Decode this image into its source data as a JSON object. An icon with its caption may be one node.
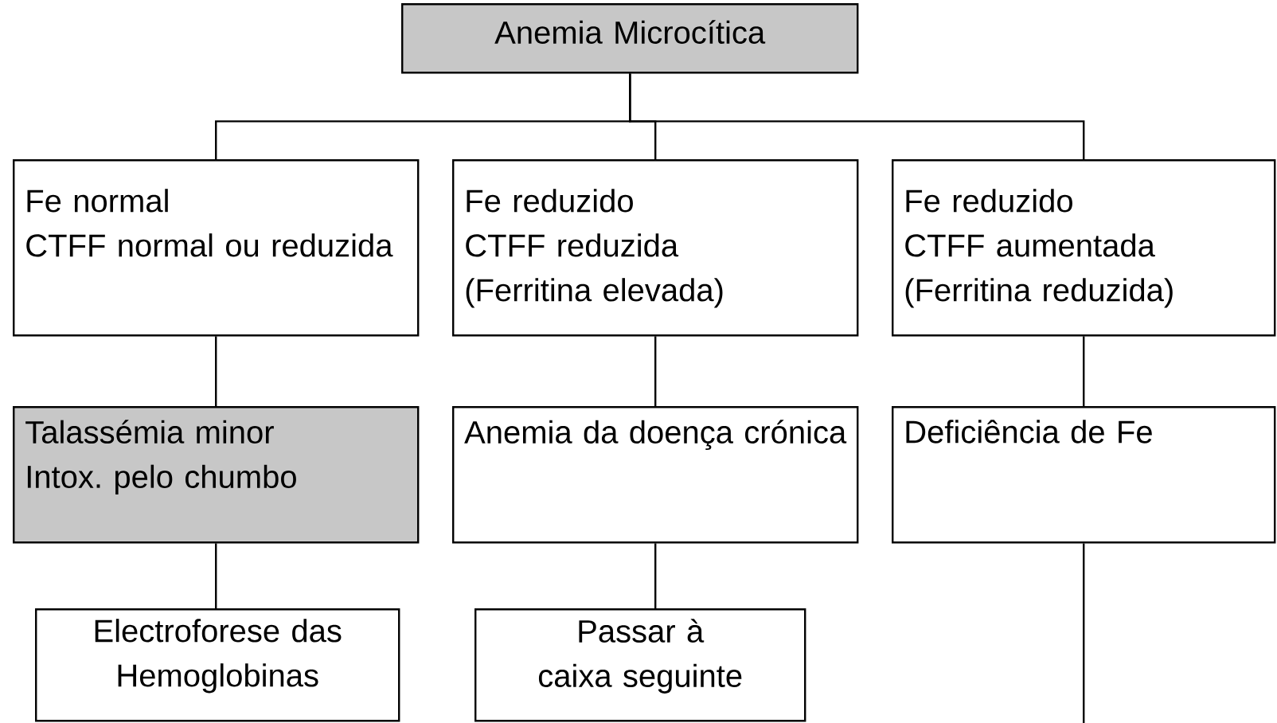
{
  "diagram": {
    "nodes": [
      {
        "text": [
          "Anemia Microcítica"
        ]
      },
      {
        "text": [
          "Fe normal",
          "CTFF normal ou reduzida"
        ]
      },
      {
        "text": [
          "Fe reduzido",
          "CTFF reduzida",
          "(Ferritina elevada)"
        ]
      },
      {
        "text": [
          "Fe reduzido",
          "CTFF aumentada",
          "(Ferritina reduzida)"
        ]
      },
      {
        "text": [
          "Talassémia minor",
          "Intox. pelo chumbo"
        ]
      },
      {
        "text": [
          "Anemia da doença crónica"
        ]
      },
      {
        "text": [
          "Deficiência de Fe"
        ]
      },
      {
        "text": [
          "Electroforese das Hemoglobinas"
        ]
      },
      {
        "text": [
          "Passar à caixa seguinte"
        ]
      }
    ],
    "edges": [
      {
        "from": 0,
        "to": 1,
        "arrow": "none"
      },
      {
        "from": 0,
        "to": 2,
        "arrow": "none"
      },
      {
        "from": 0,
        "to": 3,
        "arrow": "none"
      },
      {
        "from": 1,
        "to": 4,
        "arrow": "none"
      },
      {
        "from": 2,
        "to": 5,
        "arrow": "none"
      },
      {
        "from": 3,
        "to": 6,
        "arrow": "none"
      },
      {
        "from": 4,
        "to": 7,
        "arrow": "none"
      },
      {
        "from": 5,
        "to": 8,
        "arrow": "none"
      },
      {
        "from": 6,
        "to": null,
        "arrow": "none"
      }
    ]
  }
}
